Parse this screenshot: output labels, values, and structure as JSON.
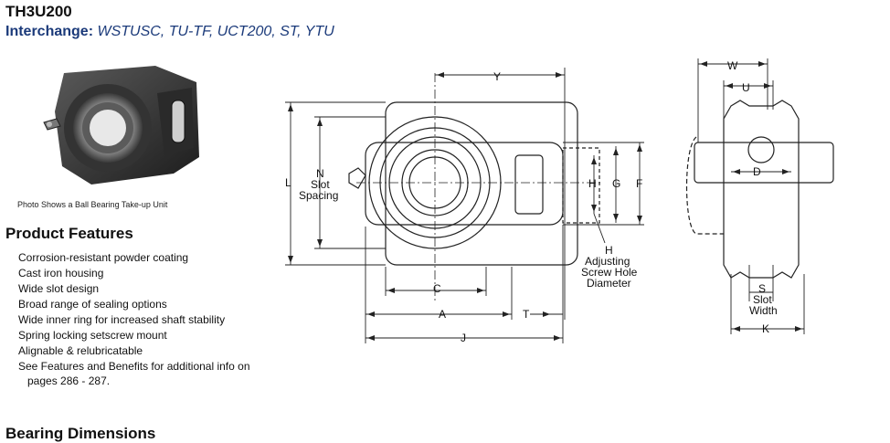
{
  "product": {
    "model": "TH3U200",
    "interchange_label": "Interchange:",
    "interchange_values": "WSTUSC, TU-TF, UCT200, ST, YTU"
  },
  "photo": {
    "caption": "Photo Shows a Ball Bearing Take-up Unit"
  },
  "features": {
    "title": "Product Features",
    "items": [
      "Corrosion-resistant powder coating",
      "Cast iron housing",
      "Wide slot design",
      "Broad range of sealing options",
      "Wide inner ring for increased shaft stability",
      "Spring locking setscrew mount",
      "Alignable & relubricatable",
      "See Features and Benefits for additional info on"
    ],
    "last_item_continuation": "pages 286 - 287."
  },
  "dimensions_section": {
    "title": "Bearing Dimensions"
  },
  "drawing": {
    "labels": {
      "Y": "Y",
      "L": "L",
      "N": "N",
      "slot": "Slot",
      "spacing": "Spacing",
      "H": "H",
      "G": "G",
      "F": "F",
      "C": "C",
      "A": "A",
      "T": "T",
      "J": "J",
      "adj1": "H",
      "adj2": "Adjusting",
      "adj3": "Screw Hole",
      "adj4": "Diameter",
      "W": "W",
      "U": "U",
      "D": "D",
      "S": "S",
      "slot2": "Slot",
      "width": "Width",
      "K": "K"
    }
  }
}
